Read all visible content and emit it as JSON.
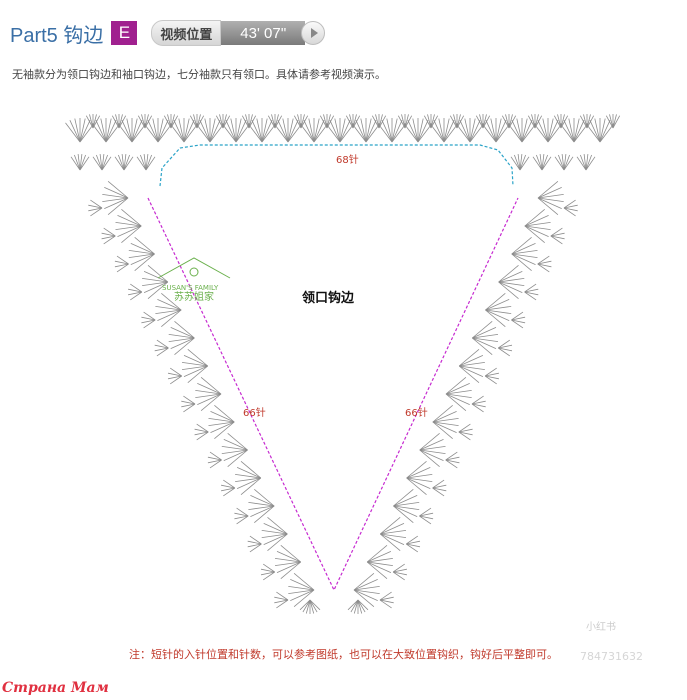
{
  "header": {
    "part_title": "Part5 钩边",
    "badge": "E",
    "video_label": "视频位置",
    "video_time": "43' 07''"
  },
  "subtitle": "无袖款分为领口钩边和袖口钩边，七分袖款只有领口。具体请参考视频演示。",
  "diagram": {
    "top_count": "68针",
    "left_count": "66针",
    "right_count": "66针",
    "center_label": "领口钩边",
    "watermark_line1": "SUSAN'S FAMILY",
    "watermark_line2": "苏苏姐家",
    "colors": {
      "top_edge": "#2aa3c8",
      "side_edges": "#c62ad0",
      "stitches": "#8c8c8c"
    }
  },
  "note": "注：短针的入针位置和针数，可以参考图纸，也可以在大致位置钩织，钩好后平整即可。",
  "footer": {
    "site_logo": "Страна Мам",
    "faint_watermark": "小红书",
    "faint_number": "784731632"
  }
}
